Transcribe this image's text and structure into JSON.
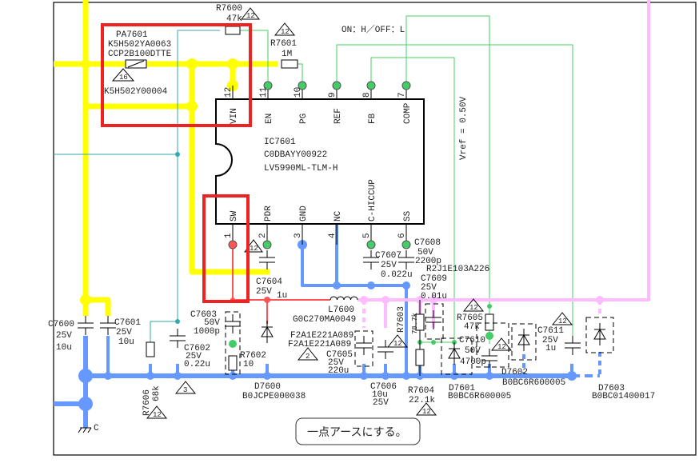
{
  "note_top": "ON：H／OFF：L",
  "vref": "Vref = 0.50V",
  "ground_note": "一点アースにする。",
  "ground_label": "C",
  "colors": {
    "vin": "#ffff00",
    "gnd": "#6699ff",
    "sw": "#ff5555",
    "out": "#ffbbff",
    "signal": "#44cc66",
    "teal": "#33aaaa",
    "highlight": "#ee2222"
  },
  "ic": {
    "ref": "IC7601",
    "part": "C0DBAYY00922",
    "model": "LV5990ML-TLM-H",
    "top_pins": [
      {
        "num": "12",
        "name": "VIN"
      },
      {
        "num": "11",
        "name": "EN"
      },
      {
        "num": "10",
        "name": "PG"
      },
      {
        "num": "9",
        "name": "REF"
      },
      {
        "num": "8",
        "name": "FB"
      },
      {
        "num": "7",
        "name": "COMP"
      }
    ],
    "bottom_pins": [
      {
        "num": "1",
        "name": "SW"
      },
      {
        "num": "2",
        "name": "PDR"
      },
      {
        "num": "3",
        "name": "GND"
      },
      {
        "num": "4",
        "name": "NC"
      },
      {
        "num": "5",
        "name": "C-HICCUP"
      },
      {
        "num": "6",
        "name": "SS"
      }
    ]
  },
  "parts": {
    "r7600": {
      "ref": "R7600",
      "val": "47k",
      "tri": "12"
    },
    "r7601": {
      "ref": "R7601",
      "val": "1M",
      "tri": "12"
    },
    "pa7601": {
      "ref": "PA7601",
      "p1": "K5H502YA0063",
      "p2": "CCP2B100DTTE",
      "p3": "K5H502Y00004",
      "tri": "16"
    },
    "c7604": {
      "ref": "C7604",
      "v": "25V",
      "val": "1u",
      "tri": "12"
    },
    "c7603": {
      "ref": "C7603",
      "v": "50V",
      "val": "1000p"
    },
    "c7602": {
      "ref": "C7602",
      "v": "25V",
      "val": "0.22u",
      "tri": "3"
    },
    "r7602": {
      "ref": "R7602",
      "val": "10"
    },
    "d7600": {
      "ref": "D7600",
      "part": "B0JCPE000038"
    },
    "l7600": {
      "ref": "L7600",
      "part": "G0C270MA0049"
    },
    "c7605": {
      "ref": "C7605",
      "v": "25V",
      "val": "220u",
      "alt1": "F2A1E221A089",
      "alt2": "F2A1E221A089",
      "tri": "2"
    },
    "c7606": {
      "ref": "C7606",
      "val": "10u",
      "v": "25V"
    },
    "r7603": {
      "ref": "R7603",
      "val": "78.7k",
      "tri": "12"
    },
    "c7607": {
      "ref": "C7607",
      "v": "25V",
      "val": "0.022u"
    },
    "c7608": {
      "ref": "C7608",
      "v": "50V",
      "val": "2200p",
      "alt": "R2J1E103A226"
    },
    "c7609": {
      "ref": "C7609",
      "v": "25V",
      "val": "0.01u"
    },
    "r7605": {
      "ref": "R7605",
      "val": "47k",
      "tri": "12"
    },
    "c7610": {
      "ref": "C7610",
      "v": "50V",
      "val": "4700p",
      "tri": "12"
    },
    "d7601": {
      "ref": "D7601",
      "part": "B0BC6R600005"
    },
    "d7602": {
      "ref": "D7602",
      "part": "B0BC6R600005"
    },
    "c7611": {
      "ref": "C7611",
      "v": "25V",
      "val": "1u",
      "tri": "12"
    },
    "d7603": {
      "ref": "D7603",
      "part": "B0BC01400017"
    },
    "r7604": {
      "ref": "R7604",
      "val": "22.1k",
      "tri": "12"
    },
    "r7606": {
      "ref": "R7606",
      "val": "68k",
      "tri": "12"
    },
    "c7600": {
      "ref": "C7600",
      "v": "25V",
      "val": "10u"
    },
    "c7601": {
      "ref": "C7601",
      "v": "25V",
      "val": "10u"
    }
  }
}
